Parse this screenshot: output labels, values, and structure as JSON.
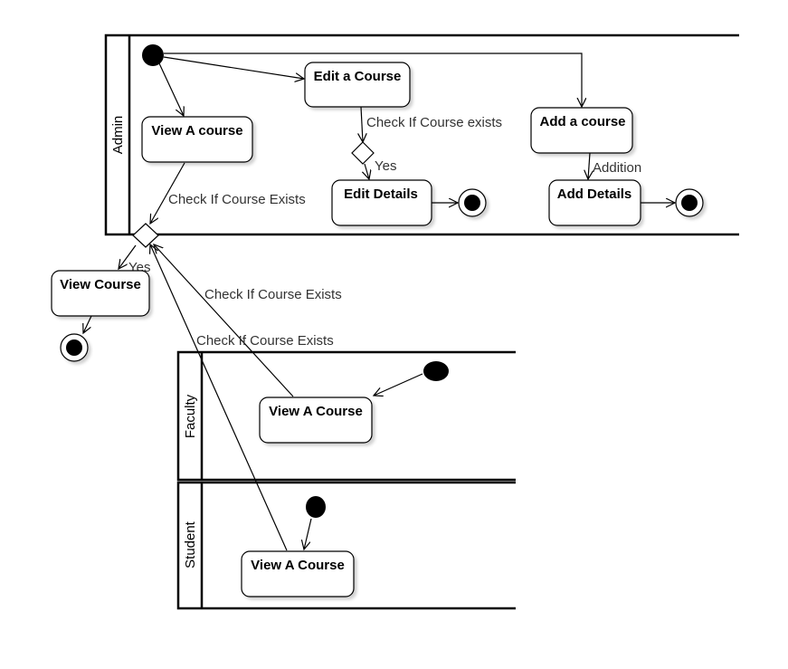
{
  "diagram": {
    "lanes": {
      "admin": "Admin",
      "faculty": "Faculty",
      "student": "Student"
    },
    "actions": {
      "admin_view_course": "View A course",
      "edit_course": "Edit a Course",
      "add_course": "Add a course",
      "edit_details": "Edit Details",
      "add_details": "Add Details",
      "view_course_result": "View Course",
      "faculty_view_course": "View A Course",
      "student_view_course": "View A Course"
    },
    "edge_labels": {
      "edit_check": "Check If Course exists",
      "edit_yes": "Yes",
      "addition": "Addition",
      "admin_check": "Check If Course Exists",
      "decision_yes": "Yes",
      "faculty_check": "Check If Course Exists",
      "student_check": "Check If Course Exists"
    }
  }
}
